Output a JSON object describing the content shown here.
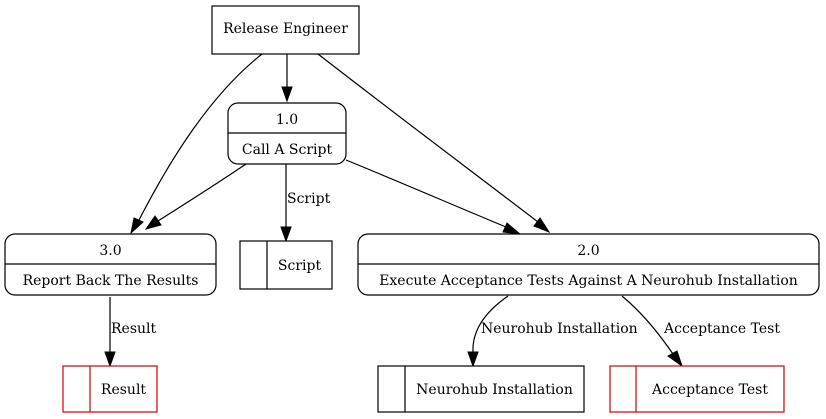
{
  "colors": {
    "stroke": "#000000",
    "external_store": "#d40000",
    "background": "#ffffff"
  },
  "nodes": {
    "release_engineer": {
      "label": "Release Engineer"
    },
    "process_1": {
      "number": "1.0",
      "label": "Call A Script"
    },
    "process_2": {
      "number": "2.0",
      "label": "Execute Acceptance Tests Against A Neurohub Installation"
    },
    "process_3": {
      "number": "3.0",
      "label": "Report Back The Results"
    },
    "store_script": {
      "label": "Script"
    },
    "store_result": {
      "label": "Result"
    },
    "store_neurohub": {
      "label": "Neurohub Installation"
    },
    "store_acceptance": {
      "label": "Acceptance Test"
    }
  },
  "edges": {
    "p1_to_script": {
      "label": "Script"
    },
    "p3_to_result": {
      "label": "Result"
    },
    "p2_to_neurohub": {
      "label": "Neurohub Installation"
    },
    "p2_to_acceptance": {
      "label": "Acceptance Test"
    }
  }
}
